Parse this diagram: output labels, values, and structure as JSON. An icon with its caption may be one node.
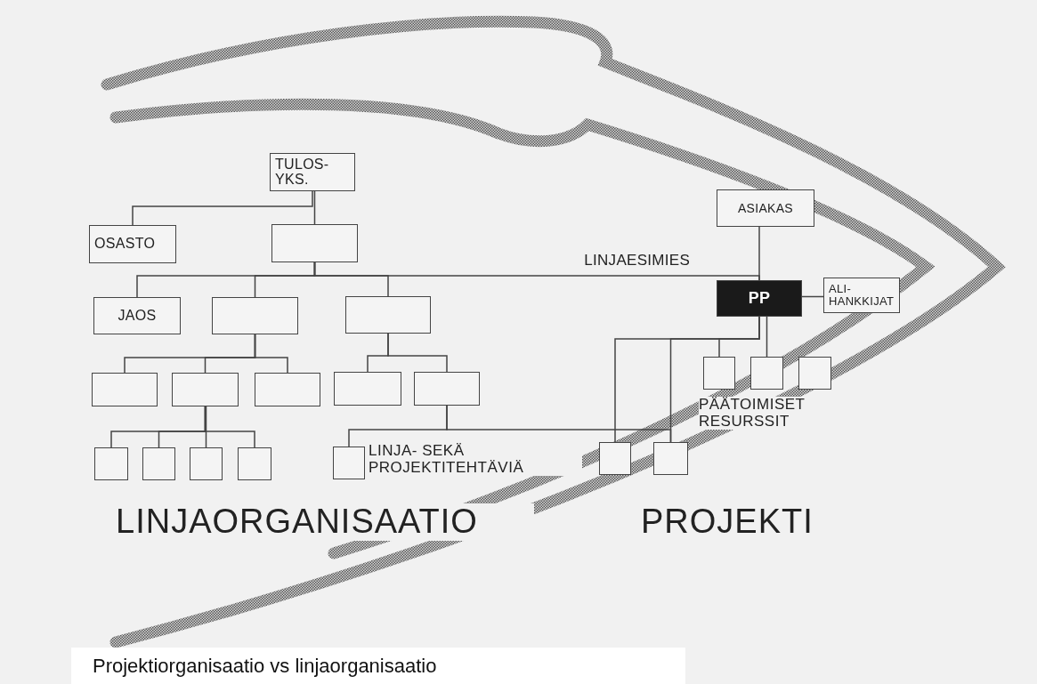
{
  "diagram": {
    "caption": "Projektiorganisaatio vs linjaorganisaatio",
    "nodes": [
      {
        "text": [
          "TULOS- YKS."
        ]
      },
      {
        "text": [
          "OSASTO"
        ]
      },
      {
        "text": [],
        "shape": "box"
      },
      {
        "text": [
          "JAOS"
        ]
      },
      {
        "text": [],
        "shape": "box"
      },
      {
        "text": [],
        "shape": "box"
      },
      {
        "text": [],
        "shape": "box"
      },
      {
        "text": [],
        "shape": "box"
      },
      {
        "text": [],
        "shape": "box"
      },
      {
        "text": [],
        "shape": "box"
      },
      {
        "text": [],
        "shape": "box"
      },
      {
        "text": [],
        "shape": "box"
      },
      {
        "text": [],
        "shape": "box"
      },
      {
        "text": [],
        "shape": "box"
      },
      {
        "text": [],
        "shape": "box"
      },
      {
        "text": [],
        "shape": "box"
      },
      {
        "text": [
          "ASIAKAS"
        ]
      },
      {
        "text": [
          "PP"
        ]
      },
      {
        "text": [
          "ALI- HANKKIJAT"
        ]
      },
      {
        "text": [],
        "shape": "box"
      },
      {
        "text": [],
        "shape": "box"
      },
      {
        "text": [],
        "shape": "box"
      },
      {
        "text": [],
        "shape": "box"
      },
      {
        "text": [],
        "shape": "box"
      }
    ],
    "edges": [
      {
        "from": 0,
        "to": 1,
        "arrow": "none"
      },
      {
        "from": 0,
        "to": 2,
        "arrow": "none"
      },
      {
        "from": 2,
        "to": 3,
        "arrow": "none"
      },
      {
        "from": 2,
        "to": 4,
        "arrow": "none"
      },
      {
        "from": 2,
        "to": 5,
        "arrow": "none"
      },
      {
        "from": 2,
        "to": 17,
        "arrow": "none",
        "label": "LINJAESIMIES"
      },
      {
        "from": 4,
        "to": 6,
        "arrow": "none"
      },
      {
        "from": 4,
        "to": 7,
        "arrow": "none"
      },
      {
        "from": 4,
        "to": 8,
        "arrow": "none"
      },
      {
        "from": 5,
        "to": 9,
        "arrow": "none"
      },
      {
        "from": 5,
        "to": 10,
        "arrow": "none"
      },
      {
        "from": 7,
        "to": 11,
        "arrow": "none"
      },
      {
        "from": 7,
        "to": 12,
        "arrow": "none"
      },
      {
        "from": 7,
        "to": 13,
        "arrow": "none"
      },
      {
        "from": 7,
        "to": 14,
        "arrow": "none"
      },
      {
        "from": 10,
        "to": 15,
        "arrow": "none"
      },
      {
        "from": 10,
        "to": 23,
        "arrow": "none"
      },
      {
        "from": 16,
        "to": 17,
        "arrow": "none"
      },
      {
        "from": 17,
        "to": 18,
        "arrow": "none"
      },
      {
        "from": 17,
        "to": 19,
        "arrow": "none"
      },
      {
        "from": 17,
        "to": 20,
        "arrow": "none"
      },
      {
        "from": 17,
        "to": 22,
        "arrow": "none"
      },
      {
        "from": 17,
        "to": 23,
        "arrow": "none"
      }
    ],
    "labels": [
      "LINJA- SEKÄ PROJEKTITEHTÄVIÄ",
      "PÄÄTOIMISET RESURSSIT",
      "LINJAORGANISAATIO",
      "PROJEKTI"
    ]
  }
}
